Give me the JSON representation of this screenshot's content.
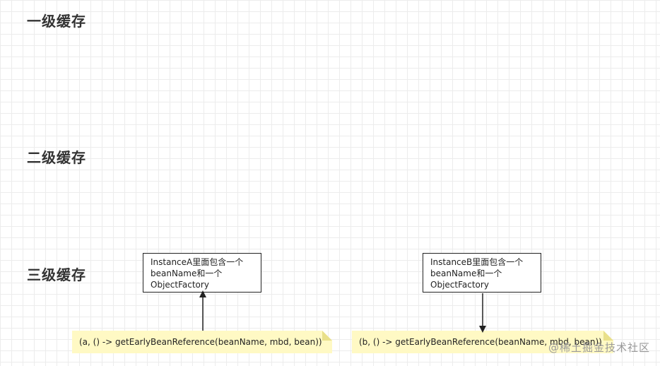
{
  "labels": {
    "level1": "一级缓存",
    "level2": "二级缓存",
    "level3": "三级缓存"
  },
  "boxes": {
    "a": "InstanceA里面包含一个\nbeanName和一个\nObjectFactory",
    "b": "InstanceB里面包含一个\nbeanName和一个\nObjectFactory"
  },
  "notes": {
    "a": "(a, () -> getEarlyBeanReference(beanName, mbd, bean))",
    "b": "(b, () -> getEarlyBeanReference(beanName, mbd, bean))"
  },
  "watermark": "@稀土掘金技术社区",
  "colors": {
    "note_bg": "#fff9c4",
    "grid": "#ececec",
    "stroke": "#222222"
  }
}
